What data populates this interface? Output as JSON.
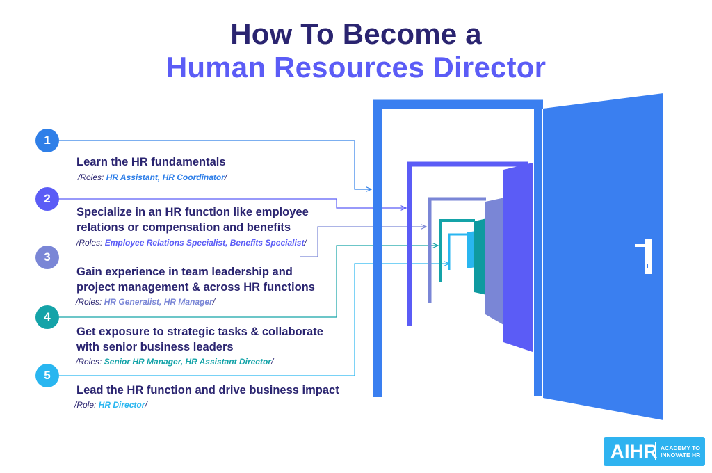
{
  "title": {
    "line1": "How To Become a",
    "line2": "Human Resources Director"
  },
  "steps": [
    {
      "number": "1",
      "title": "Learn the HR fundamentals",
      "roles_prefix": "/Roles: ",
      "roles": "HR Assistant, HR Coordinator",
      "roles_suffix": "/",
      "color": "#2f7fe8"
    },
    {
      "number": "2",
      "title": "Specialize in an HR function like employee",
      "title2": "relations or compensation and benefits",
      "roles_prefix": "/Roles: ",
      "roles": "Employee Relations Specialist, Benefits Specialist",
      "roles_suffix": "/",
      "color": "#5b5cf6"
    },
    {
      "number": "3",
      "title": "Gain experience in team leadership and",
      "title2": "project management & across HR functions",
      "roles_prefix": "/Roles: ",
      "roles": "HR Generalist, HR Manager",
      "roles_suffix": "/",
      "color": "#7a86d6"
    },
    {
      "number": "4",
      "title": "Get exposure to strategic tasks & collaborate",
      "title2": "with senior business leaders",
      "roles_prefix": "/Roles: ",
      "roles": "Senior HR Manager, HR Assistant Director",
      "roles_suffix": "/",
      "color": "#14a3a8"
    },
    {
      "number": "5",
      "title": "Lead the HR function and drive business impact",
      "roles_prefix": "/Role: ",
      "roles": "HR Director",
      "roles_suffix": "/",
      "color": "#29b6f0"
    }
  ],
  "logo": {
    "word": "AIHR",
    "tag_line1": "ACADEMY TO",
    "tag_line2": "INNOVATE HR"
  },
  "colors": {
    "navy": "#2a2470",
    "violet": "#5b5cf6",
    "door_blue": "#3a7ff0"
  }
}
